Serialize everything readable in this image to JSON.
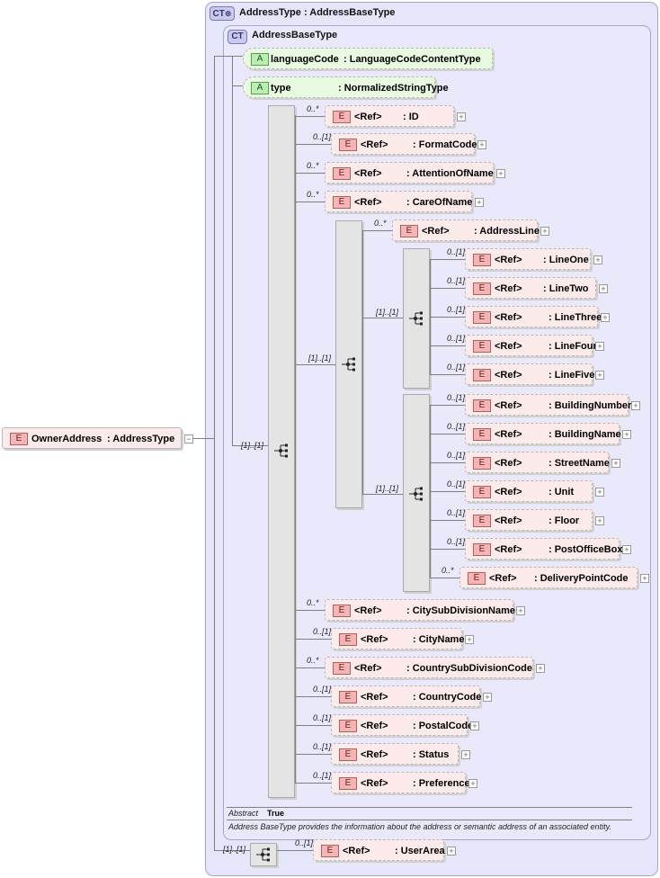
{
  "diagram": {
    "root": {
      "badge": "E",
      "name": "OwnerAddress",
      "type": ": AddressType"
    },
    "outer": {
      "badge": "CT",
      "title": "AddressType",
      "type": ": AddressBaseType"
    },
    "inner": {
      "badge": "CT",
      "title": "AddressBaseType"
    },
    "attributes": [
      {
        "badge": "A",
        "name": "languageCode",
        "type": ": LanguageCodeContentType"
      },
      {
        "badge": "A",
        "name": "type",
        "type": ": NormalizedStringType"
      }
    ],
    "seq_cards": {
      "main": "[1]..[1]",
      "addressline_group": "[1]..[1]",
      "lines": "[1]..[1]",
      "building": "[1]..[1]",
      "userarea_seq": "[1]..[1]"
    },
    "elements": [
      {
        "card": "0..*",
        "ref": "<Ref>",
        "name": ": ID"
      },
      {
        "card": "0..[1]",
        "ref": "<Ref>",
        "name": ": FormatCode"
      },
      {
        "card": "0..*",
        "ref": "<Ref>",
        "name": ": AttentionOfName"
      },
      {
        "card": "0..*",
        "ref": "<Ref>",
        "name": ": CareOfName"
      },
      {
        "card": "0..*",
        "ref": "<Ref>",
        "name": ": AddressLine"
      },
      {
        "card": "0..[1]",
        "ref": "<Ref>",
        "name": ": LineOne"
      },
      {
        "card": "0..[1]",
        "ref": "<Ref>",
        "name": ": LineTwo"
      },
      {
        "card": "0..[1]",
        "ref": "<Ref>",
        "name": ": LineThree"
      },
      {
        "card": "0..[1]",
        "ref": "<Ref>",
        "name": ": LineFour"
      },
      {
        "card": "0..[1]",
        "ref": "<Ref>",
        "name": ": LineFive"
      },
      {
        "card": "0..[1]",
        "ref": "<Ref>",
        "name": ": BuildingNumber"
      },
      {
        "card": "0..[1]",
        "ref": "<Ref>",
        "name": ": BuildingName"
      },
      {
        "card": "0..[1]",
        "ref": "<Ref>",
        "name": ": StreetName"
      },
      {
        "card": "0..[1]",
        "ref": "<Ref>",
        "name": ": Unit"
      },
      {
        "card": "0..[1]",
        "ref": "<Ref>",
        "name": ": Floor"
      },
      {
        "card": "0..[1]",
        "ref": "<Ref>",
        "name": ": PostOfficeBox"
      },
      {
        "card": "0..*",
        "ref": "<Ref>",
        "name": ": DeliveryPointCode"
      },
      {
        "card": "0..*",
        "ref": "<Ref>",
        "name": ": CitySubDivisionName"
      },
      {
        "card": "0..[1]",
        "ref": "<Ref>",
        "name": ": CityName"
      },
      {
        "card": "0..*",
        "ref": "<Ref>",
        "name": ": CountrySubDivisionCode"
      },
      {
        "card": "0..[1]",
        "ref": "<Ref>",
        "name": ": CountryCode"
      },
      {
        "card": "0..[1]",
        "ref": "<Ref>",
        "name": ": PostalCode"
      },
      {
        "card": "0..[1]",
        "ref": "<Ref>",
        "name": ": Status"
      },
      {
        "card": "0..[1]",
        "ref": "<Ref>",
        "name": ": Preference"
      },
      {
        "card": "0..[1]",
        "ref": "<Ref>",
        "name": ": UserArea"
      }
    ],
    "abstract": {
      "label": "Abstract",
      "value": "True"
    },
    "description": "Address BaseType provides the information about the address or semantic address of an associated entity."
  }
}
